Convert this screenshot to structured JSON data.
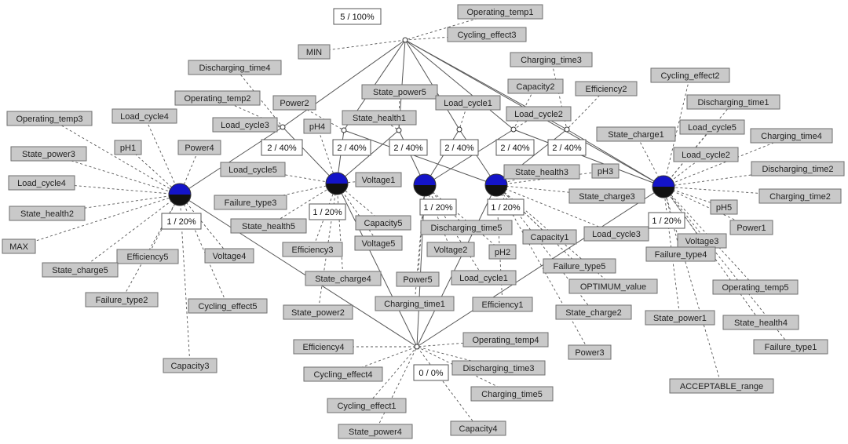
{
  "diagram": {
    "style": {
      "label_fill": "#c9c9c9",
      "label_border": "#6e6e6e",
      "count_fill": "#ffffff",
      "count_border": "#555555",
      "node_top": "#1414c8",
      "node_bottom": "#111111",
      "edge_solid": "#555555",
      "edge_dashed": "#555555"
    },
    "labels": {
      "operating_temp1": "Operating_temp1",
      "cycling_effect3": "Cycling_effect3",
      "min": "MIN",
      "charging_time3": "Charging_time3",
      "discharging_time4": "Discharging_time4",
      "capacity2": "Capacity2",
      "efficiency2": "Efficiency2",
      "cycling_effect2": "Cycling_effect2",
      "operating_temp2": "Operating_temp2",
      "state_power5": "State_power5",
      "power2": "Power2",
      "load_cycle1_top": "Load_cycle1",
      "discharging_time1": "Discharging_time1",
      "operating_temp3": "Operating_temp3",
      "load_cycle4_top": "Load_cycle4",
      "state_health1": "State_health1",
      "load_cycle2_top": "Load_cycle2",
      "load_cycle3_top": "Load_cycle3",
      "ph4": "pH4",
      "state_charge1": "State_charge1",
      "load_cycle5_right": "Load_cycle5",
      "charging_time4": "Charging_time4",
      "ph1": "pH1",
      "power4": "Power4",
      "state_power3": "State_power3",
      "load_cycle2_right": "Load_cycle2",
      "load_cycle5_mid": "Load_cycle5",
      "discharging_time2": "Discharging_time2",
      "load_cycle4_left": "Load_cycle4",
      "voltage1": "Voltage1",
      "state_health3": "State_health3",
      "ph3": "pH3",
      "charging_time2": "Charging_time2",
      "state_charge3": "State_charge3",
      "failure_type3": "Failure_type3",
      "ph5": "pH5",
      "state_health2": "State_health2",
      "capacity5": "Capacity5",
      "discharging_time5": "Discharging_time5",
      "power1": "Power1",
      "state_health5": "State_health5",
      "load_cycle3_mid": "Load_cycle3",
      "max": "MAX",
      "capacity1": "Capacity1",
      "voltage3": "Voltage3",
      "voltage5": "Voltage5",
      "efficiency3": "Efficiency3",
      "voltage2": "Voltage2",
      "ph2": "pH2",
      "failure_type4": "Failure_type4",
      "efficiency5": "Efficiency5",
      "state_charge5": "State_charge5",
      "voltage4": "Voltage4",
      "failure_type5": "Failure_type5",
      "state_charge4": "State_charge4",
      "power5": "Power5",
      "load_cycle1_mid": "Load_cycle1",
      "optimum_value": "OPTIMUM_value",
      "operating_temp5": "Operating_temp5",
      "failure_type2": "Failure_type2",
      "cycling_effect5": "Cycling_effect5",
      "charging_time1": "Charging_time1",
      "efficiency1": "Efficiency1",
      "state_power2": "State_power2",
      "state_charge2": "State_charge2",
      "state_power1": "State_power1",
      "state_health4": "State_health4",
      "operating_temp4": "Operating_temp4",
      "efficiency4": "Efficiency4",
      "power3": "Power3",
      "failure_type1": "Failure_type1",
      "capacity3": "Capacity3",
      "discharging_time3": "Discharging_time3",
      "cycling_effect4": "Cycling_effect4",
      "charging_time5": "Charging_time5",
      "acceptable_range": "ACCEPTABLE_range",
      "cycling_effect1": "Cycling_effect1",
      "state_power4": "State_power4",
      "capacity4": "Capacity4"
    },
    "counts": {
      "top": "5 / 100%",
      "mid1": "2 / 40%",
      "mid2": "2 / 40%",
      "mid3": "2 / 40%",
      "mid4": "2 / 40%",
      "mid5": "2 / 40%",
      "mid6": "2 / 40%",
      "obj1": "1 / 20%",
      "obj2": "1 / 20%",
      "obj3": "1 / 20%",
      "obj4": "1 / 20%",
      "obj5": "1 / 20%",
      "bottom": "0 / 0%"
    }
  }
}
